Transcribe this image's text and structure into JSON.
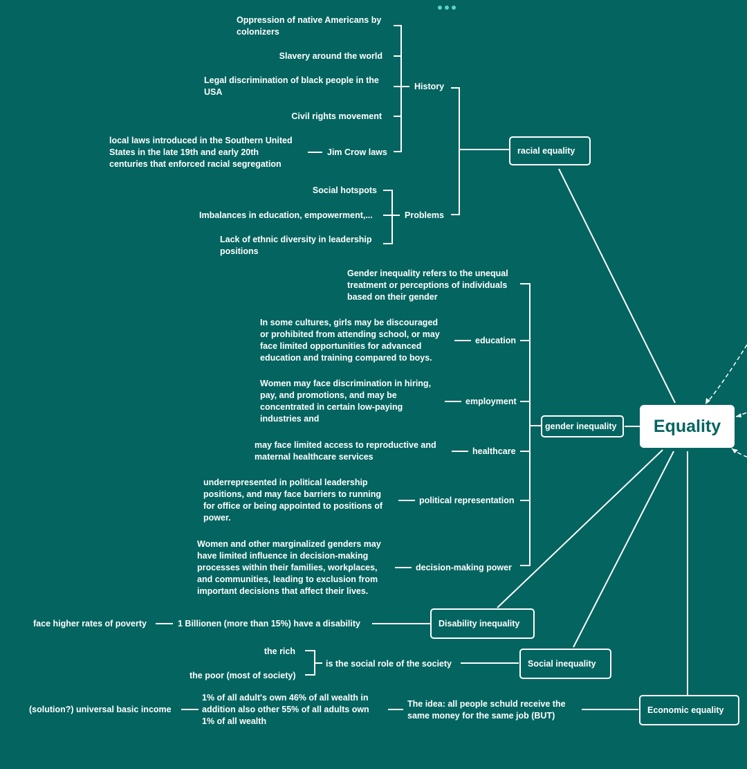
{
  "center": {
    "label": "Equality"
  },
  "racial": {
    "label": "racial equality",
    "history": {
      "label": "History",
      "items": [
        "Oppression of native Americans by\ncolonizers",
        "Slavery around the world",
        "Legal discrimination of black people in the\nUSA",
        "Civil rights movement",
        "Jim Crow laws"
      ],
      "jim_crow_note": "local laws introduced in the Southern United\nStates in the late 19th and early 20th\ncenturies that enforced racial segregation"
    },
    "problems": {
      "label": "Problems",
      "items": [
        "Social hotspots",
        "Imbalances in education, empowerment,...",
        "Lack of ethnic diversity in leadership\npositions"
      ]
    }
  },
  "gender": {
    "label": "gender inequality",
    "definition": "Gender inequality refers to the unequal\ntreatment or perceptions of individuals\nbased on their gender",
    "branches": [
      {
        "label": "education",
        "text": "In some cultures, girls may be discouraged\nor prohibited from attending school, or may\nface limited opportunities for advanced\neducation and training compared to boys."
      },
      {
        "label": "employment",
        "text": "Women may face discrimination in hiring,\npay, and promotions, and may be\nconcentrated in certain low-paying\nindustries and"
      },
      {
        "label": "healthcare",
        "text": "may face limited access to reproductive and\nmaternal healthcare services"
      },
      {
        "label": "political representation",
        "text": "underrepresented in political leadership\npositions, and may face barriers to running\nfor office or being appointed to positions of\npower."
      },
      {
        "label": "decision-making power",
        "text": "Women and other marginalized genders may\nhave limited influence in decision-making\nprocesses within their families, workplaces,\nand communities, leading to exclusion from\nimportant decisions that affect their lives."
      }
    ]
  },
  "disability": {
    "label": "Disability inequality",
    "fact": "1 Billionen (more than 15%) have a disability",
    "effect": "face higher rates of poverty"
  },
  "social": {
    "label": "Social inequality",
    "fact": "is the social role of the society",
    "items": [
      "the rich",
      "the poor (most of society)"
    ]
  },
  "economic": {
    "label": "Economic equality",
    "idea": "The  idea: all people schuld receive the\nsame money for the same job (BUT)",
    "wealth": "1% of all adult's own 46% of all wealth in\naddition also other 55% of all adults own\n1% of all wealth",
    "solution": "(solution?) universal basic income"
  }
}
